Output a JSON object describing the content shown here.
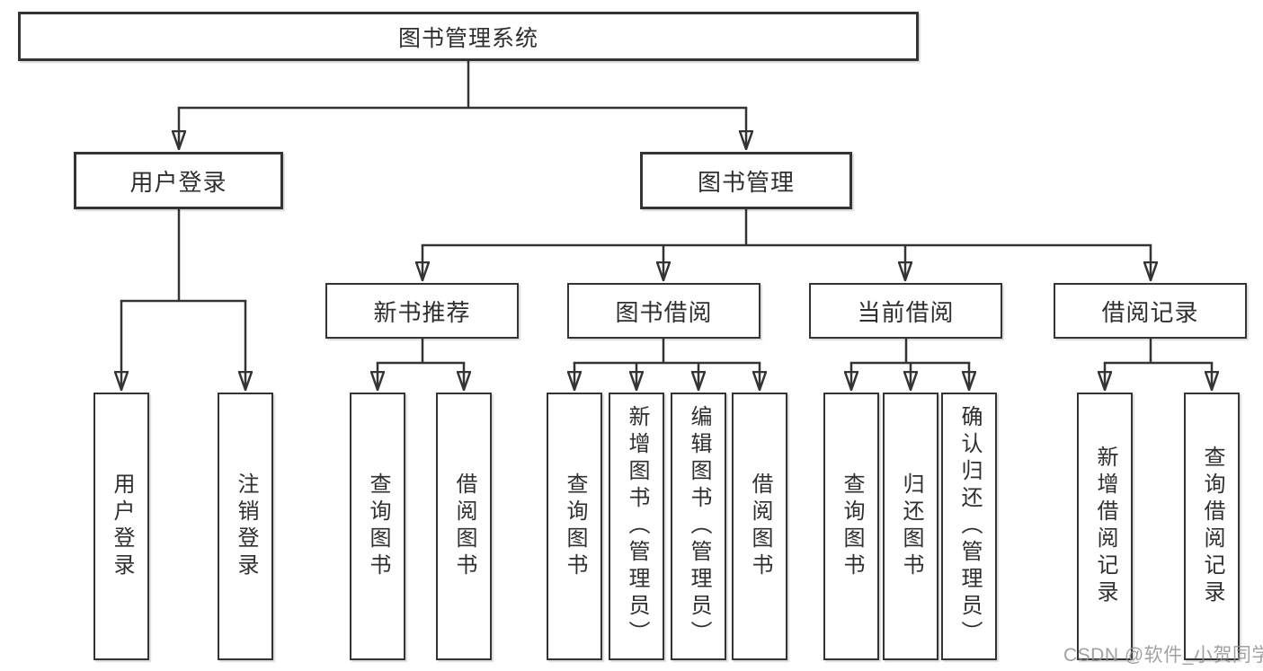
{
  "diagram_type": "hierarchy-tree",
  "colors": {
    "background": "#ffffff",
    "border": "#343434",
    "line": "#343434",
    "text": "#2f2f2f",
    "watermark": "#919191"
  },
  "tree": {
    "label": "图书管理系统",
    "children": [
      {
        "label": "用户登录",
        "children": [
          {
            "label": "用户登录"
          },
          {
            "label": "注销登录"
          }
        ]
      },
      {
        "label": "图书管理",
        "children": [
          {
            "label": "新书推荐",
            "children": [
              {
                "label": "查询图书"
              },
              {
                "label": "借阅图书"
              }
            ]
          },
          {
            "label": "图书借阅",
            "children": [
              {
                "label": "查询图书"
              },
              {
                "label": "新增图书（管理员）"
              },
              {
                "label": "编辑图书（管理员）"
              },
              {
                "label": "借阅图书"
              }
            ]
          },
          {
            "label": "当前借阅",
            "children": [
              {
                "label": "查询图书"
              },
              {
                "label": "归还图书"
              },
              {
                "label": "确认归还（管理员）"
              }
            ]
          },
          {
            "label": "借阅记录",
            "children": [
              {
                "label": "新增借阅记录"
              },
              {
                "label": "查询借阅记录"
              }
            ]
          }
        ]
      }
    ]
  },
  "watermark": {
    "text": "CSDN @软件_小贺同学"
  }
}
